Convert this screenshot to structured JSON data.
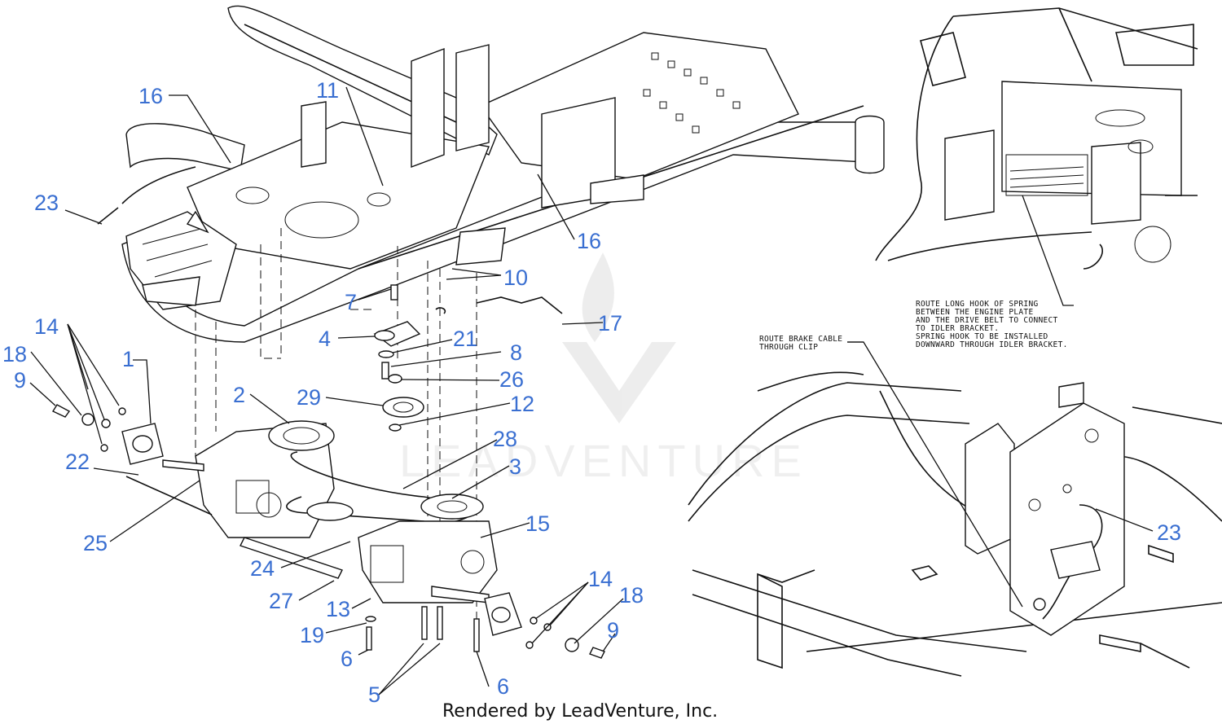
{
  "diagram": {
    "callouts": [
      {
        "id": "c16a",
        "text": "16"
      },
      {
        "id": "c11",
        "text": "11"
      },
      {
        "id": "c23a",
        "text": "23"
      },
      {
        "id": "c16b",
        "text": "16"
      },
      {
        "id": "c10",
        "text": "10"
      },
      {
        "id": "c7",
        "text": "7"
      },
      {
        "id": "c17",
        "text": "17"
      },
      {
        "id": "c4",
        "text": "4"
      },
      {
        "id": "c21",
        "text": "21"
      },
      {
        "id": "c8",
        "text": "8"
      },
      {
        "id": "c26",
        "text": "26"
      },
      {
        "id": "c14a",
        "text": "14"
      },
      {
        "id": "c18a",
        "text": "18"
      },
      {
        "id": "c1",
        "text": "1"
      },
      {
        "id": "c9a",
        "text": "9"
      },
      {
        "id": "c2",
        "text": "2"
      },
      {
        "id": "c29",
        "text": "29"
      },
      {
        "id": "c12",
        "text": "12"
      },
      {
        "id": "c28",
        "text": "28"
      },
      {
        "id": "c3",
        "text": "3"
      },
      {
        "id": "c22",
        "text": "22"
      },
      {
        "id": "c15",
        "text": "15"
      },
      {
        "id": "c25",
        "text": "25"
      },
      {
        "id": "c24",
        "text": "24"
      },
      {
        "id": "c27",
        "text": "27"
      },
      {
        "id": "c13",
        "text": "13"
      },
      {
        "id": "c14b",
        "text": "14"
      },
      {
        "id": "c18b",
        "text": "18"
      },
      {
        "id": "c19",
        "text": "19"
      },
      {
        "id": "c9b",
        "text": "9"
      },
      {
        "id": "c6a",
        "text": "6"
      },
      {
        "id": "c6b",
        "text": "6"
      },
      {
        "id": "c5",
        "text": "5"
      },
      {
        "id": "c23b",
        "text": "23"
      }
    ],
    "notes": {
      "spring_route": [
        "ROUTE LONG HOOK OF SPRING",
        "BETWEEN THE ENGINE PLATE",
        "AND THE DRIVE BELT TO CONNECT",
        "TO IDLER BRACKET.",
        "SPRING HOOK TO BE INSTALLED",
        "DOWNWARD THROUGH IDLER BRACKET."
      ],
      "brake_cable": [
        "ROUTE BRAKE CABLE",
        "THROUGH CLIP"
      ]
    },
    "watermark": "LEADVENTURE",
    "credit": "Rendered by LeadVenture, Inc.",
    "accent_color": "#3a6fd1"
  }
}
